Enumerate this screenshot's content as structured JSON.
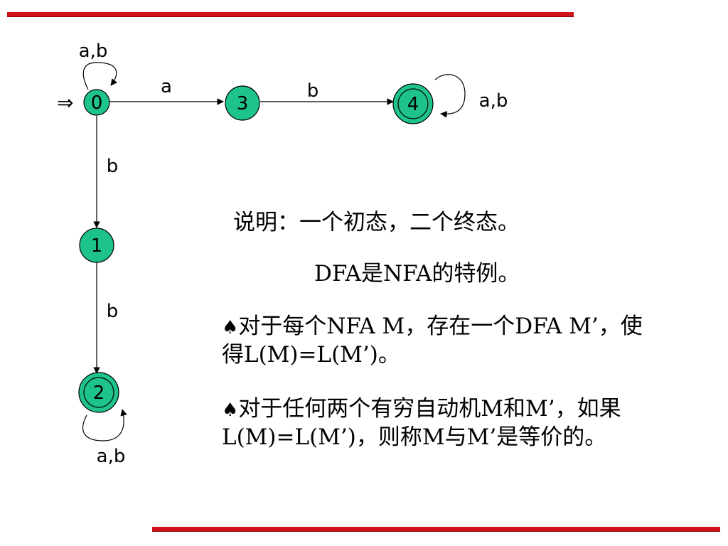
{
  "start_marker": "⇒",
  "states": [
    {
      "id": "0",
      "label": "0",
      "final": false,
      "initial": true
    },
    {
      "id": "3",
      "label": "3",
      "final": false,
      "initial": false
    },
    {
      "id": "4",
      "label": "4",
      "final": true,
      "initial": false
    },
    {
      "id": "1",
      "label": "1",
      "final": false,
      "initial": false
    },
    {
      "id": "2",
      "label": "2",
      "final": true,
      "initial": false
    }
  ],
  "transitions": [
    {
      "from": "0",
      "to": "0",
      "label": "a,b"
    },
    {
      "from": "0",
      "to": "3",
      "label": "a"
    },
    {
      "from": "3",
      "to": "4",
      "label": "b"
    },
    {
      "from": "4",
      "to": "4",
      "label": "a,b"
    },
    {
      "from": "0",
      "to": "1",
      "label": "b"
    },
    {
      "from": "1",
      "to": "2",
      "label": "b"
    },
    {
      "from": "2",
      "to": "2",
      "label": "a,b"
    }
  ],
  "notes": {
    "title": "说明：一个初态，二个终态。",
    "dfa_special": "DFA是NFA的特例。",
    "bullet": "♠",
    "point1": "对于每个NFA  M，存在一个DFA M’，使得L(M)=L(M’)。",
    "point2": "对于任何两个有穷自动机M和M’，如果L(M)=L(M’)，则称M与M’是等价的。"
  },
  "colors": {
    "state_fill": "#1ec38a",
    "rule_red": "#d0121a"
  }
}
